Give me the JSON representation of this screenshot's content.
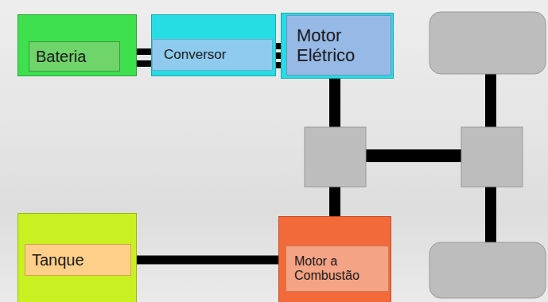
{
  "diagram": {
    "nodes": [
      {
        "text": [
          "Bateria"
        ]
      },
      {
        "text": [
          "Conversor"
        ]
      },
      {
        "text": [
          "Motor Elétrico"
        ]
      },
      {
        "text": [
          "Tanque"
        ]
      },
      {
        "text": [
          "Motor a Combustão"
        ]
      }
    ],
    "edges": [
      {
        "from": 0,
        "to": 1,
        "arrow": "none"
      },
      {
        "from": 0,
        "to": 1,
        "arrow": "none"
      },
      {
        "from": 1,
        "to": 2,
        "arrow": "none"
      },
      {
        "from": 1,
        "to": 2,
        "arrow": "none"
      },
      {
        "from": 1,
        "to": 2,
        "arrow": "none"
      },
      {
        "from": 3,
        "to": 4,
        "arrow": "none"
      }
    ]
  }
}
